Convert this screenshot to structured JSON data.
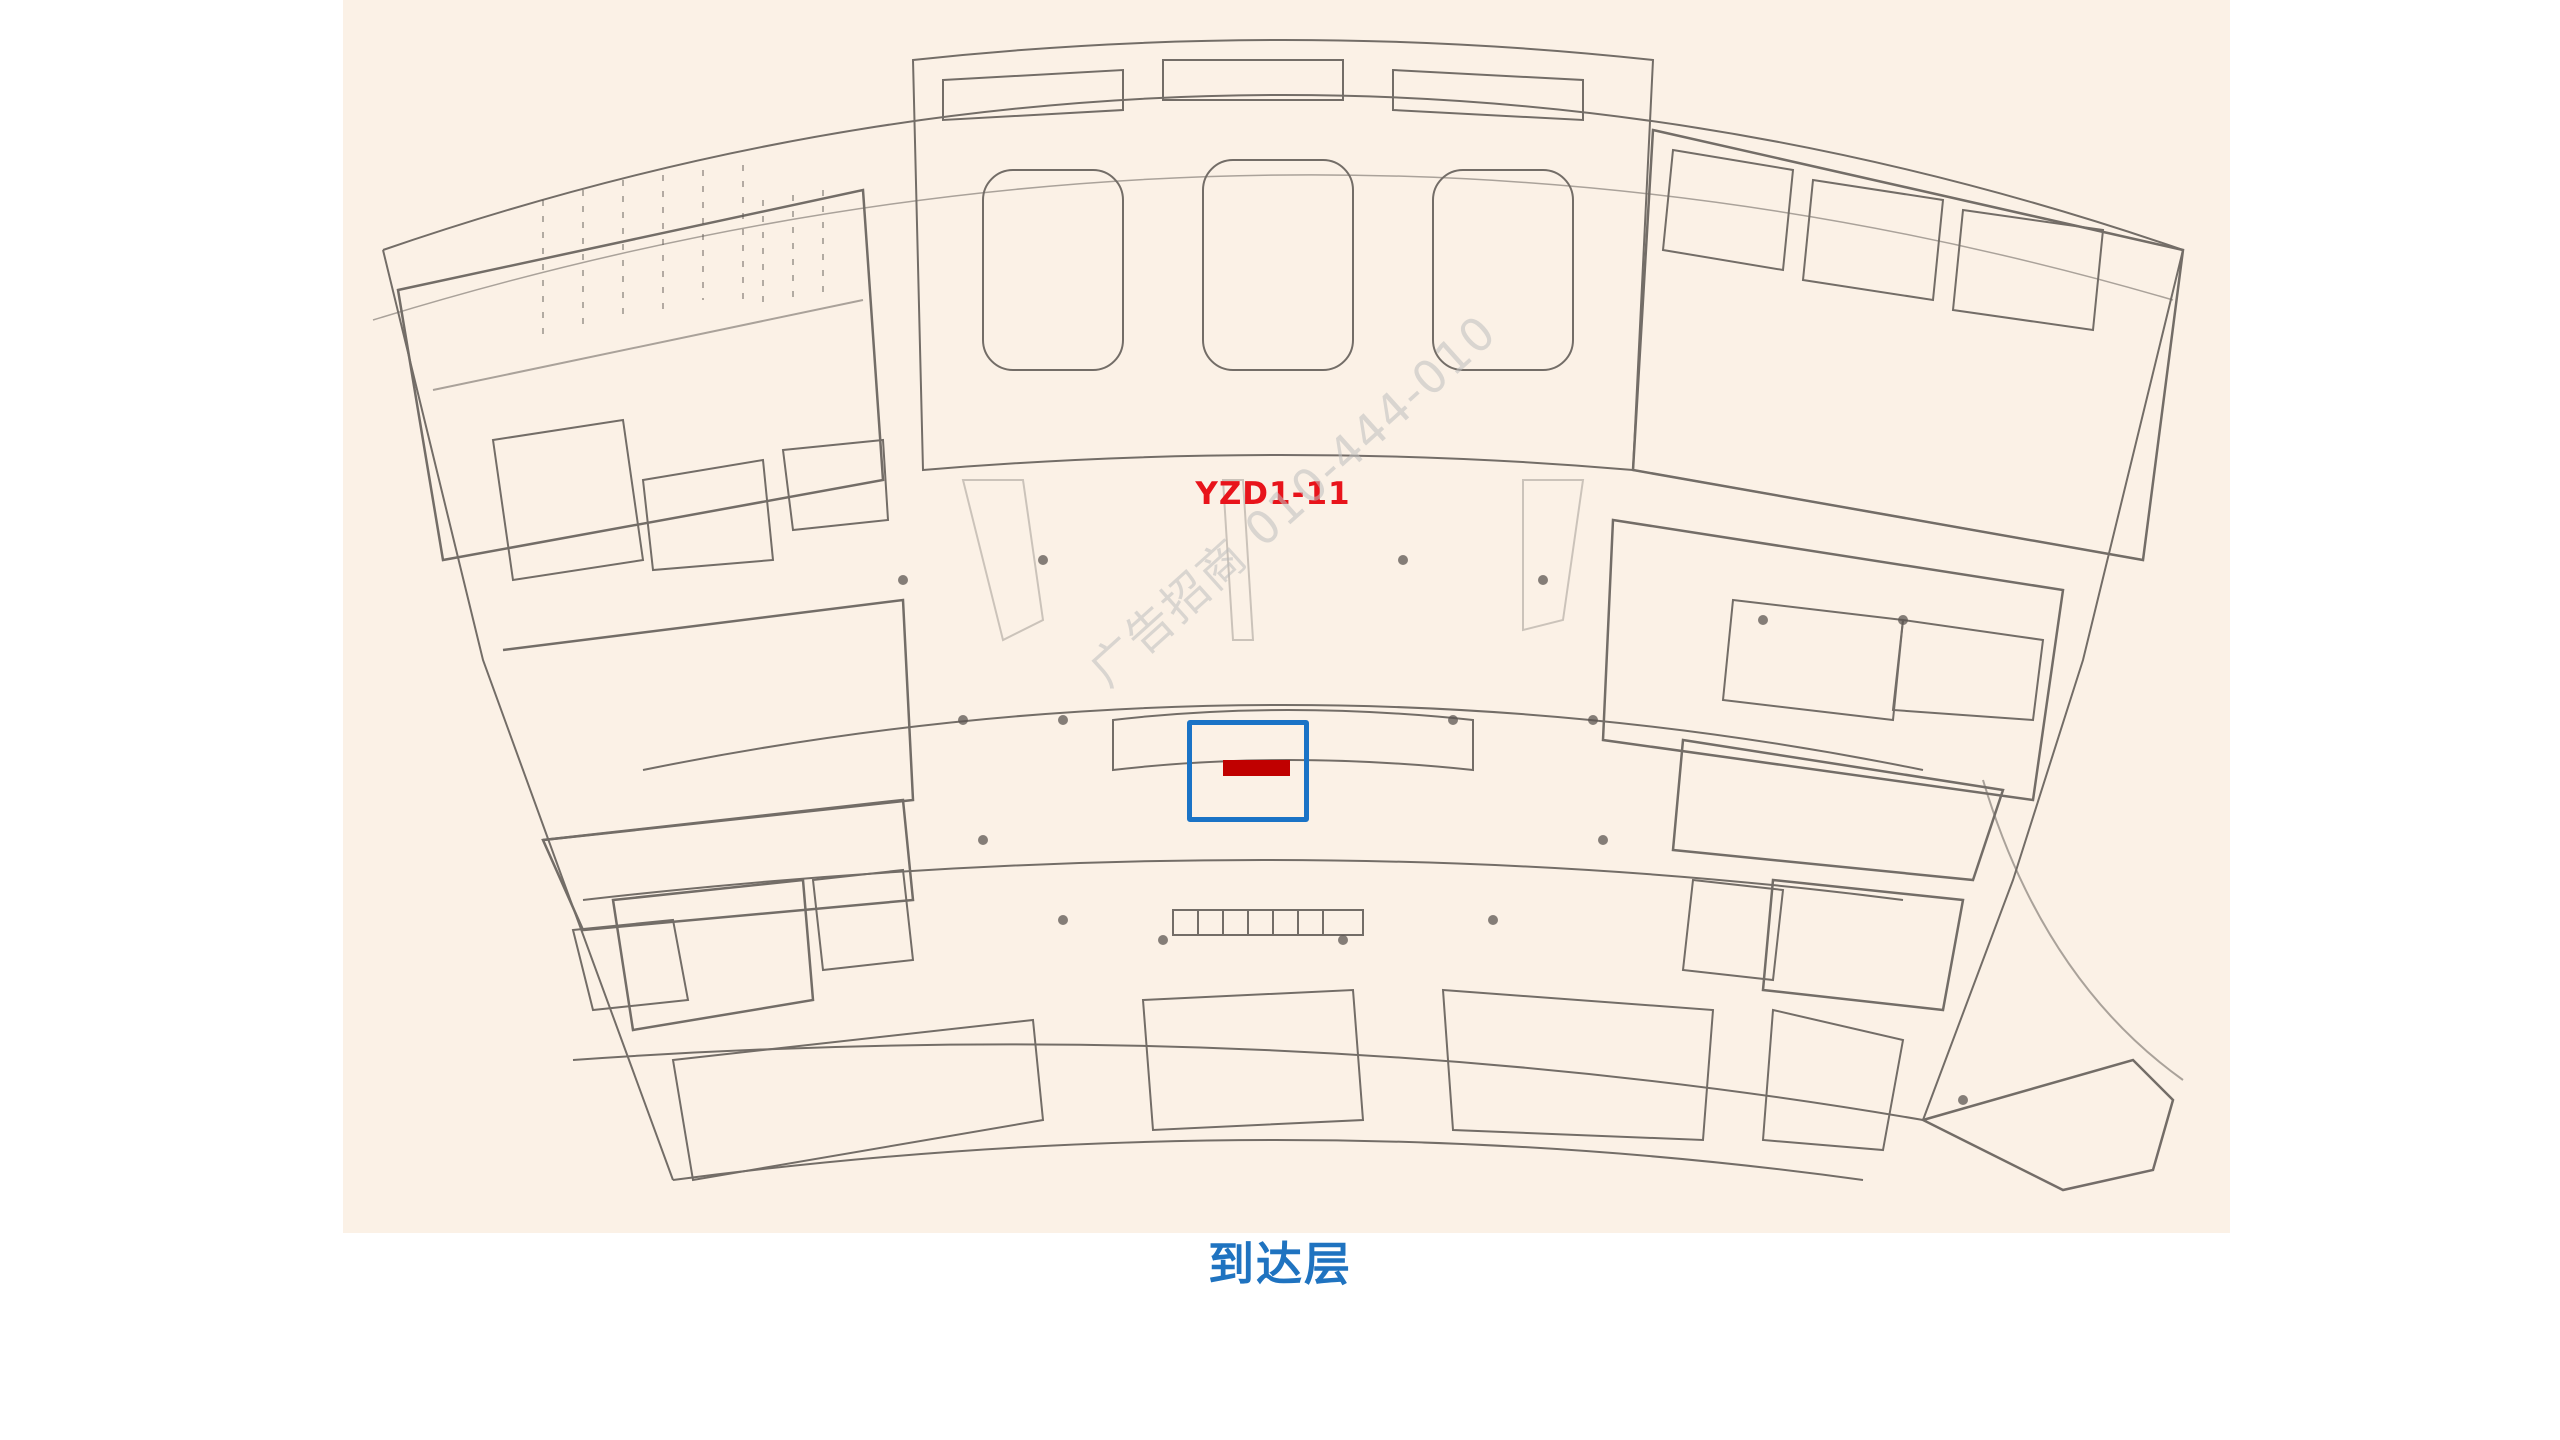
{
  "map": {
    "ad_code": "YZD1-11",
    "watermark": "广告招商 010-444-010",
    "floor_caption": "到达层"
  },
  "colors": {
    "panel_background": "#fbf1e6",
    "linework": "#5c5652",
    "ad_code_text": "#e8141b",
    "highlight_border": "#1a73c6",
    "ad_marker": "#c00000",
    "caption_text": "#1f73c0"
  }
}
